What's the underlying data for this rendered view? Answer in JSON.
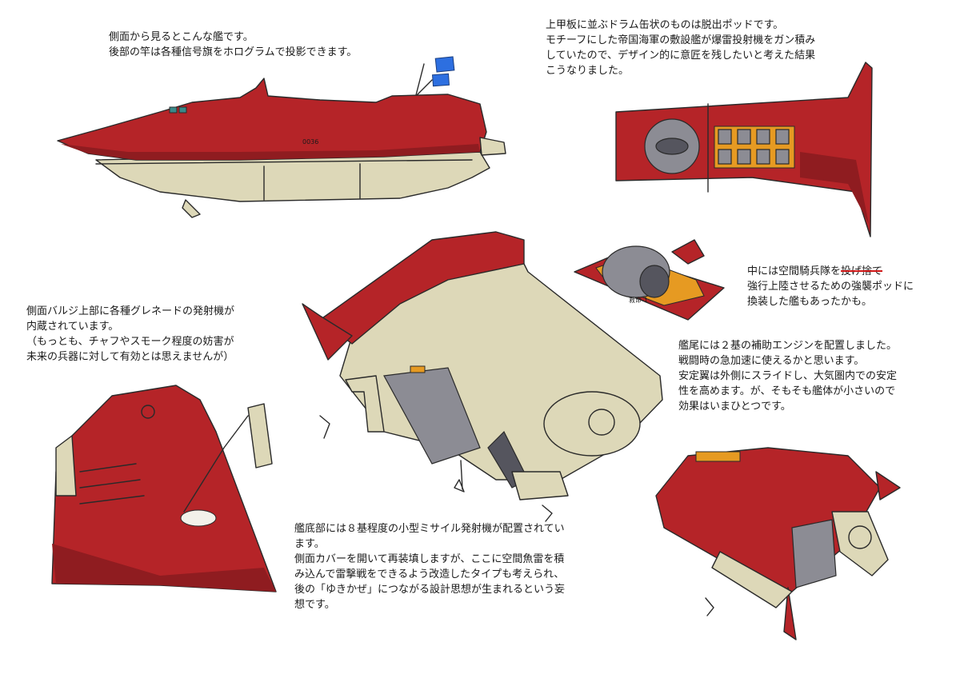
{
  "notes": {
    "side_view": [
      "側面から見るとこんな艦です。",
      "後部の竿は各種信号旗をホログラムで投影できます。"
    ],
    "top_view": [
      "上甲板に並ぶドラム缶状のものは脱出ポッドです。",
      "モチーフにした帝国海軍の敷設艦が爆雷投射機をガン積み",
      "していたので、デザイン的に意匠を残したいと考えた結果",
      "こうなりました。"
    ],
    "pod": {
      "line1_prefix": "中には空間騎兵隊を",
      "line1_struck": "投げ捨て",
      "line2": "強行上陸させるための強襲ポッドに",
      "line3": "換装した艦もあったかも。"
    },
    "bulge": [
      "側面バルジ上部に各種グレネードの発射機が",
      "内蔵されています。",
      "（もっとも、チャフやスモーク程度の妨害が",
      "未来の兵器に対して有効とは思えませんが）"
    ],
    "stern": [
      "艦尾には２基の補助エンジンを配置しました。",
      "戦闘時の急加速に使えるかと思います。",
      "安定翼は外側にスライドし、大気圏内での安定",
      "性を高めます。が、そもそも艦体が小さいので",
      "効果はいまひとつです。"
    ],
    "bottom": [
      "艦底部には８基程度の小型ミサイル発射機が配置されてい",
      "ます。",
      "側面カバーを開いて再装填しますが、ここに空間魚雷を積",
      "み込んで雷撃戦をできるよう改造したタイプも考えられ、",
      "後の「ゆきかぜ」につながる設計思想が生まれるという妄",
      "想です。"
    ]
  },
  "hull_number": "0036",
  "pod_label": "救命-1",
  "colors": {
    "hull_red": "#b52428",
    "hull_tan": "#ddd8b8",
    "signal_flag": "#2d6fe0",
    "pod_orange": "#e69a22",
    "strike_red": "#d01818"
  }
}
